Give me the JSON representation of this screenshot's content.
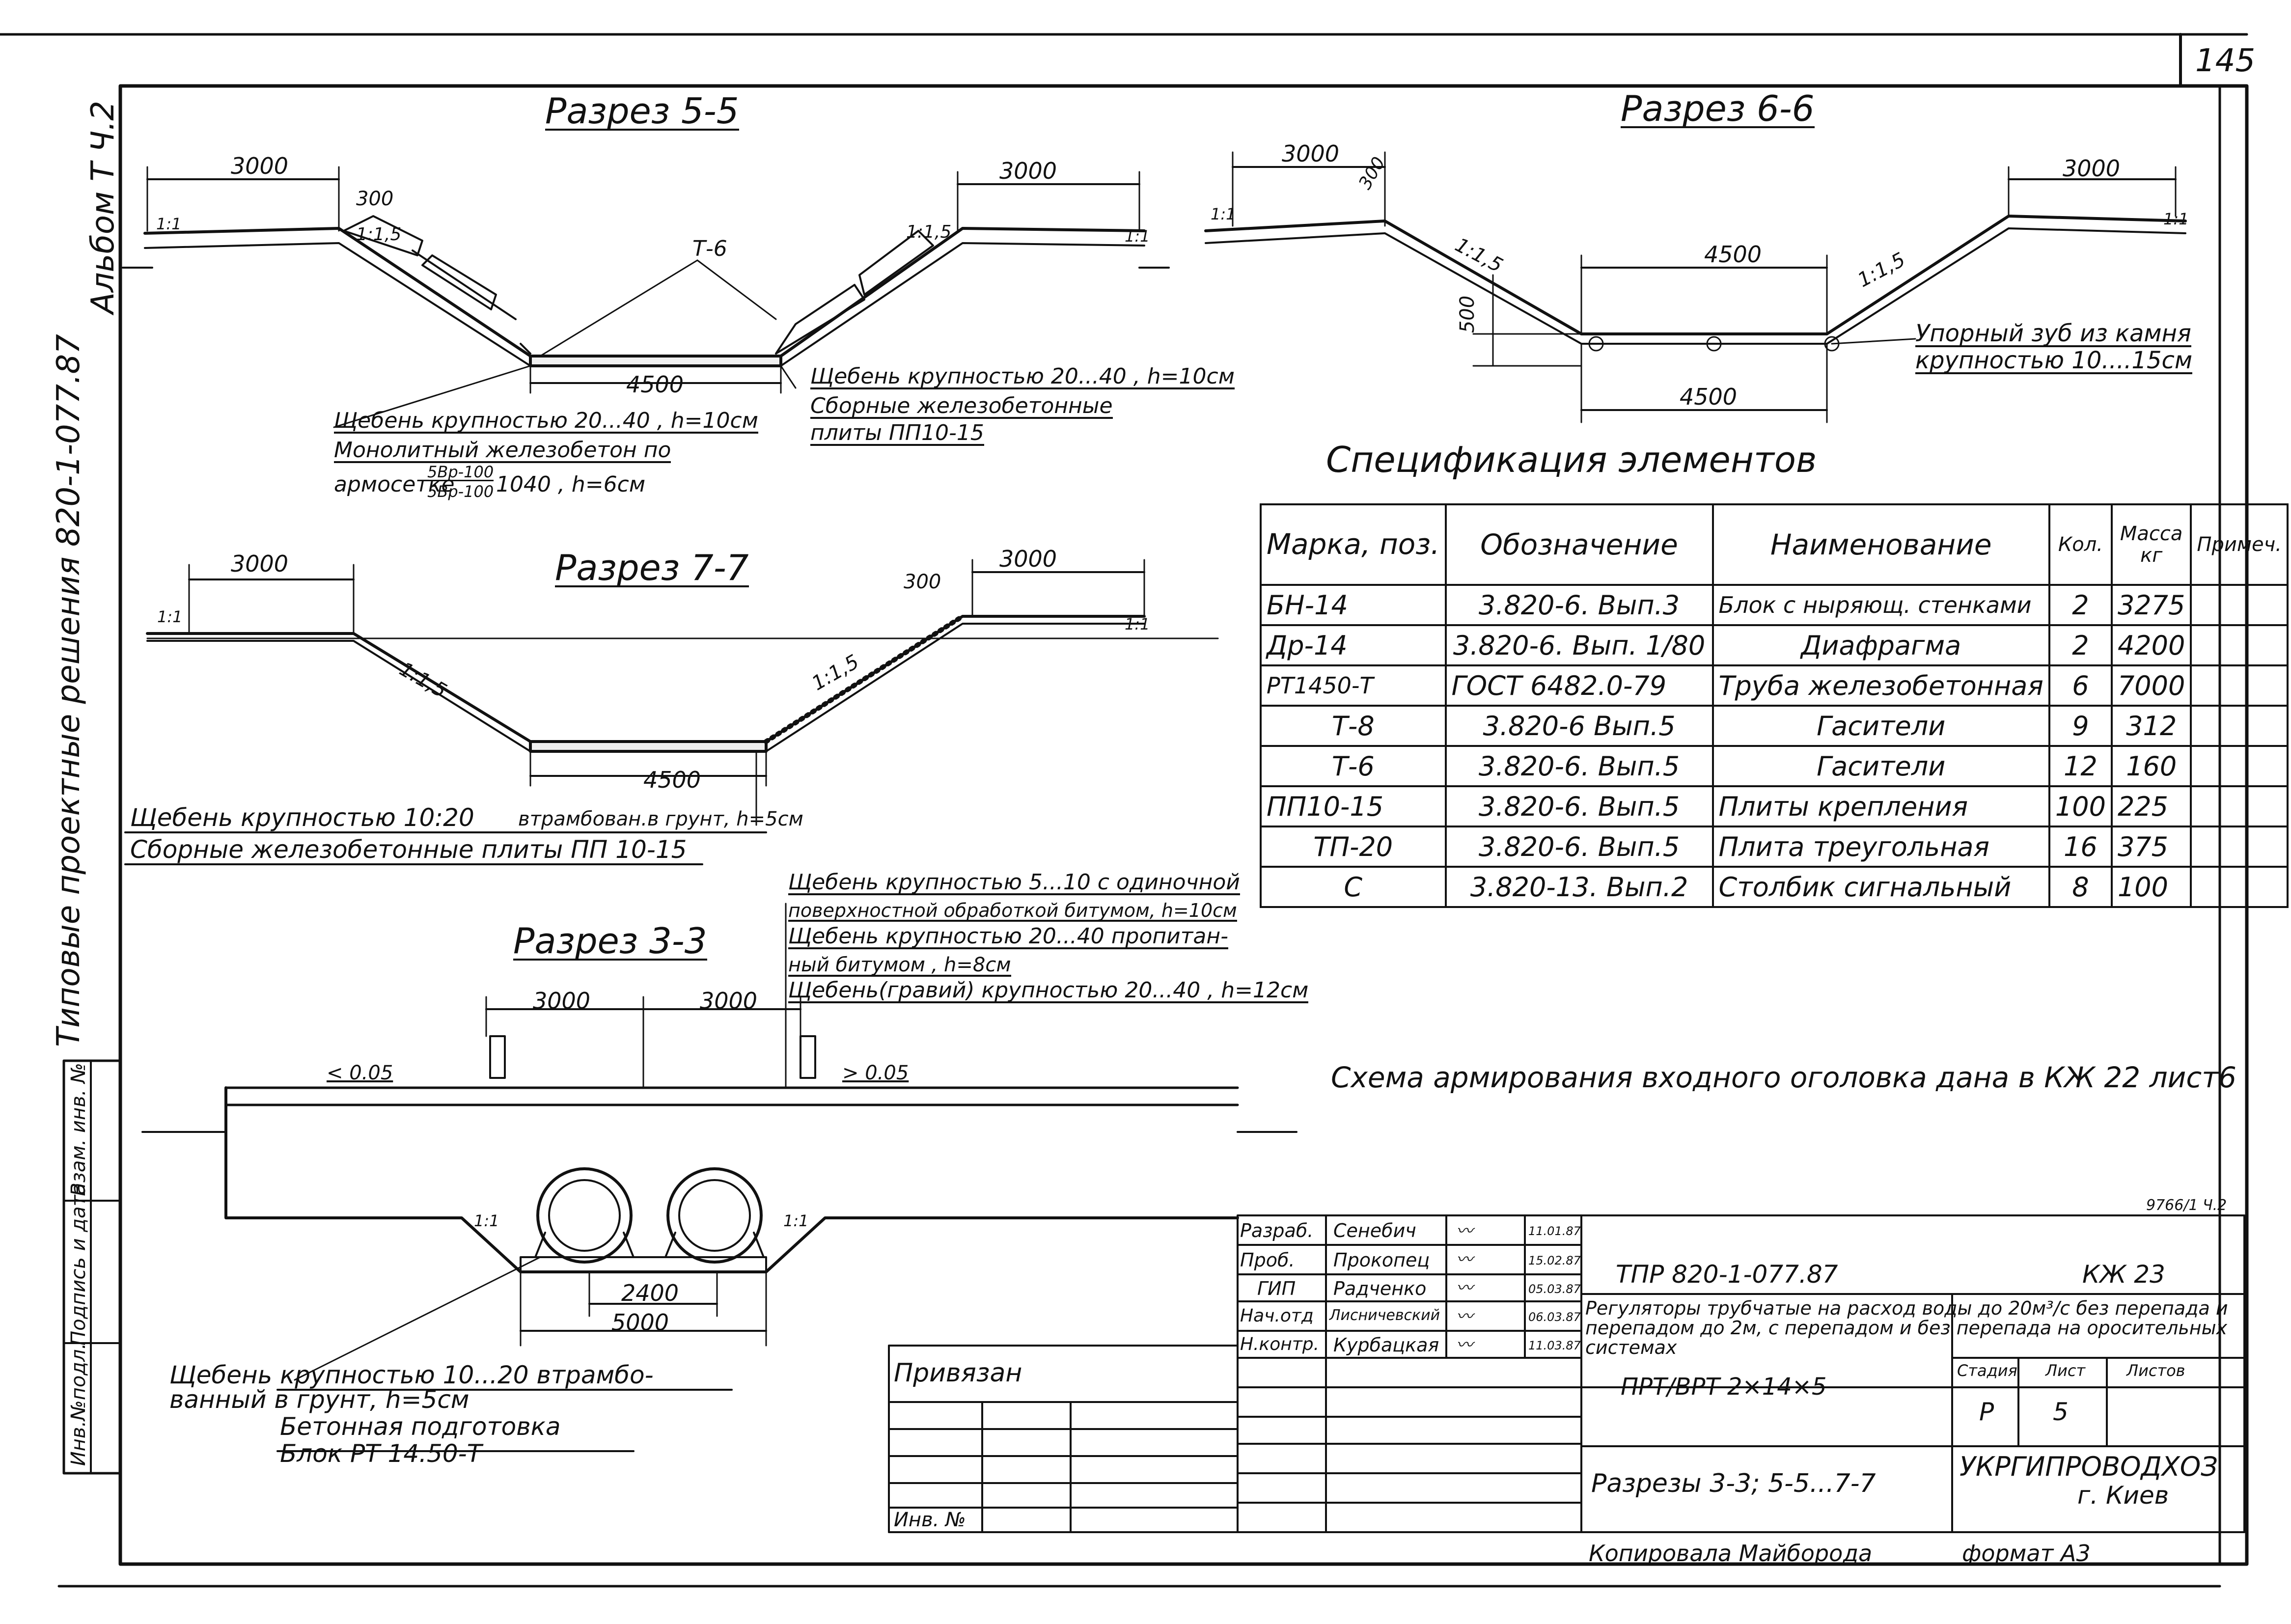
{
  "sheet": {
    "page_number": "145",
    "album_label": "Альбом Т Ч.2",
    "series_label": "Типовые  проектные  решения 820-1-077.87",
    "side_labels": [
      "Инв.№подл.",
      "Подпись и дата",
      "Взам. инв. №"
    ]
  },
  "section_55": {
    "title": "Разрез 5-5",
    "dims": [
      "3000",
      "300",
      "3000",
      "4500"
    ],
    "slopes": [
      "1:1,5",
      "1:1,5",
      "1:1",
      "1:1"
    ],
    "callout": "Т-6",
    "note_left_1": "Щебень  крупностью 20...40  , h=10см",
    "note_left_2": "Монолитный  железобетон по",
    "note_left_3_prefix": "армосетке",
    "note_left_3_num": "5Вр-100",
    "note_left_3_den": "5Вр-100",
    "note_left_3_suffix": "1040 , h=6см",
    "note_right_1": "Щебень  крупностью  20...40   , h=10см",
    "note_right_2": "Сборные  железобетонные",
    "note_right_3": "плиты  ПП10-15"
  },
  "section_66": {
    "title": "Разрез 6-6",
    "dims": [
      "3000",
      "300",
      "3000",
      "4500",
      "500",
      "4500"
    ],
    "slopes": [
      "1:1,5",
      "1:1,5",
      "1:1",
      "1:1"
    ],
    "note_1": "Упорный зуб из камня",
    "note_2": "крупностью  10....15см"
  },
  "section_77": {
    "title": "Разрез 7-7",
    "dims": [
      "3000",
      "300",
      "3000",
      "4500"
    ],
    "slopes": [
      "1:1,5",
      "1:1,5",
      "1:1",
      "1:1"
    ],
    "note_1a": "Щебень  крупностью 10:20",
    "note_1b": "втрамбован.в грунт, h=5см",
    "note_2": "Сборные  железобетонные  плиты  ПП 10-15"
  },
  "section_33": {
    "title": "Разрез 3-3",
    "dims": [
      "3000",
      "3000",
      "2400",
      "5000"
    ],
    "slopes": [
      "< 0.05",
      "> 0.05",
      "1:1",
      "1:1"
    ],
    "top_note_1": "Щебень крупностью 5...10    с одиночной",
    "top_note_2": "поверхностной обработкой битумом, h=10см",
    "top_note_3": "Щебень крупностью 20...40    пропитан-",
    "top_note_4": "ный битумом , h=8см",
    "top_note_5": "Щебень(гравий) крупностью 20...40   , h=12см",
    "bottom_note_1": "Щебень  крупностью  10...20    втрамбо-",
    "bottom_note_2": "ванный  в грунт,  h=5см",
    "bottom_note_3": "Бетонная  подготовка",
    "bottom_note_4": "Блок  РТ 14.50-Т"
  },
  "spec": {
    "title": "Спецификация  элементов",
    "headers": [
      "Марка, поз.",
      "Обозначение",
      "Наименование",
      "Кол.",
      "Масса кг",
      "Примеч."
    ],
    "rows": [
      [
        "БН-14",
        "3.820-6. Вып.3",
        "Блок с ныряющ. стенками",
        "2",
        "3275",
        ""
      ],
      [
        "Др-14",
        "3.820-6. Вып. 1/80",
        "Диафрагма",
        "2",
        "4200",
        ""
      ],
      [
        "РТ1450-Т",
        "ГОСТ 6482.0-79",
        "Труба железобетонная",
        "6",
        "7000",
        ""
      ],
      [
        "Т-8",
        "3.820-6  Вып.5",
        "Гасители",
        "9",
        "312",
        ""
      ],
      [
        "Т-6",
        "3.820-6. Вып.5",
        "Гасители",
        "12",
        "160",
        ""
      ],
      [
        "ПП10-15",
        "3.820-6. Вып.5",
        "Плиты  крепления",
        "100",
        "225",
        ""
      ],
      [
        "ТП-20",
        "3.820-6. Вып.5",
        "Плита  треугольная",
        "16",
        "375",
        ""
      ],
      [
        "С",
        "3.820-13. Вып.2",
        "Столбик  сигнальный",
        "8",
        "100",
        ""
      ]
    ]
  },
  "scheme_note": "Схема  армирования  входного  оголовка  дана  в КЖ 22  лист6",
  "small_code": "9766/1 Ч.2",
  "stamp": {
    "roles": [
      "Разраб.",
      "Проб.",
      "ГИП",
      "Нач.отд",
      "Н.контр."
    ],
    "names": [
      "Сенебич",
      "Прокопец",
      "Радченко",
      "Лисничевский",
      "Курбацкая"
    ],
    "dates": [
      "11.01.87",
      "15.02.87",
      "05.03.87",
      "06.03.87",
      "11.03.87"
    ],
    "doc_code": "ТПР   820-1-077.87",
    "sheet_code": "КЖ 23",
    "description": "Регуляторы трубчатые на расход воды до 20м³/с без перепада и перепадом до 2м, с перепадом и без перепада  на оросительных системах",
    "object": "ПРТ/ВРТ  2×14×5",
    "stage_label": "Стадия",
    "sheet_label": "Лист",
    "sheets_label": "Листов",
    "stage": "Р",
    "sheet_no": "5",
    "drawing_title": "Разрезы 3-3; 5-5...7-7",
    "org": "УКРГИПРОВОДХОЗ",
    "city": "г. Киев",
    "bound_label": "Привязан",
    "inv_label": "Инв. №",
    "copied": "Копировала    Майборода",
    "format": "формат  А3"
  }
}
